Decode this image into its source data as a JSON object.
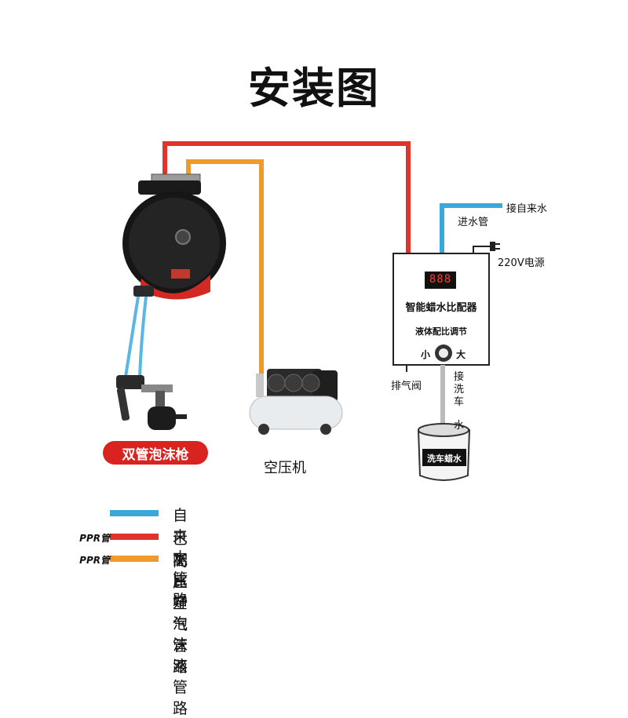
{
  "title": "安装图",
  "colors": {
    "water": "#3aa9d9",
    "foam": "#e0332b",
    "air": "#ee9a2c",
    "label_pill": "#d9231f"
  },
  "foam_gun": {
    "label": "双管泡沫枪"
  },
  "compressor": {
    "label": "空压机"
  },
  "controller": {
    "display": "888",
    "name": "智能蜡水比配器",
    "adjust_label": "液体配比调节",
    "knob_small": "小",
    "knob_large": "大",
    "inlet_label": "进水管",
    "tap_label": "接自来水",
    "power_label": "220V电源",
    "exhaust_label": "排气阀",
    "to_car_wash": [
      "接",
      "洗",
      "车",
      "水"
    ]
  },
  "bucket": {
    "label": "洗车蜡水"
  },
  "legend": [
    {
      "ppr": "",
      "color": "#3aa9d9",
      "text": "自来水管路"
    },
    {
      "ppr": "PPR管",
      "color": "#e0332b",
      "text": "已配比好泡沫液管路"
    },
    {
      "ppr": "PPR管",
      "color": "#ee9a2c",
      "text": "高压空气管路"
    }
  ]
}
